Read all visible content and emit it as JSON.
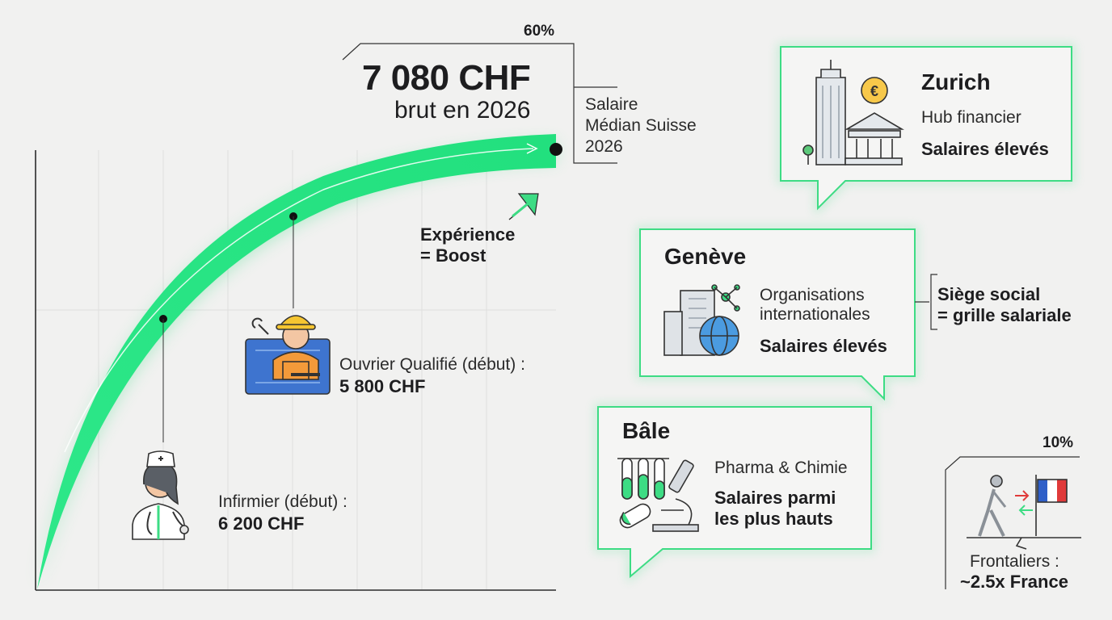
{
  "headline": {
    "value": "7 080 CHF",
    "subtitle": "brut en 2026",
    "percent": "60%"
  },
  "median_label": {
    "line1": "Salaire",
    "line2": "Médian Suisse",
    "line3": "2026"
  },
  "experience": {
    "line1": "Expérience",
    "line2": "= Boost"
  },
  "worker": {
    "label": "Ouvrier Qualifié (début) :",
    "value": "5 800 CHF"
  },
  "nurse": {
    "label": "Infirmier (début) :",
    "value": "6 200 CHF"
  },
  "zurich": {
    "title": "Zurich",
    "line1": "Hub financier",
    "line2": "Salaires élevés",
    "icon": "building-bank-euro-icon"
  },
  "geneve": {
    "title": "Genève",
    "line1": "Organisations",
    "line2": "internationales",
    "line3": "Salaires élevés",
    "icon": "building-globe-icon"
  },
  "siege": {
    "line1": "Siège social",
    "line2": "= grille salariale"
  },
  "bale": {
    "title": "Bâle",
    "line1": "Pharma & Chimie",
    "line2": "Salaires parmi",
    "line3": "les plus hauts",
    "icon": "lab-microscope-icon"
  },
  "frontaliers": {
    "percent": "10%",
    "line1": "Frontaliers :",
    "line2": "~2.5x France",
    "icon": "walker-flag-icon"
  },
  "colors": {
    "accent": "#2ee88a",
    "border": "#3ddc84",
    "text": "#1d1d1f",
    "blue": "#2f6fd0"
  }
}
